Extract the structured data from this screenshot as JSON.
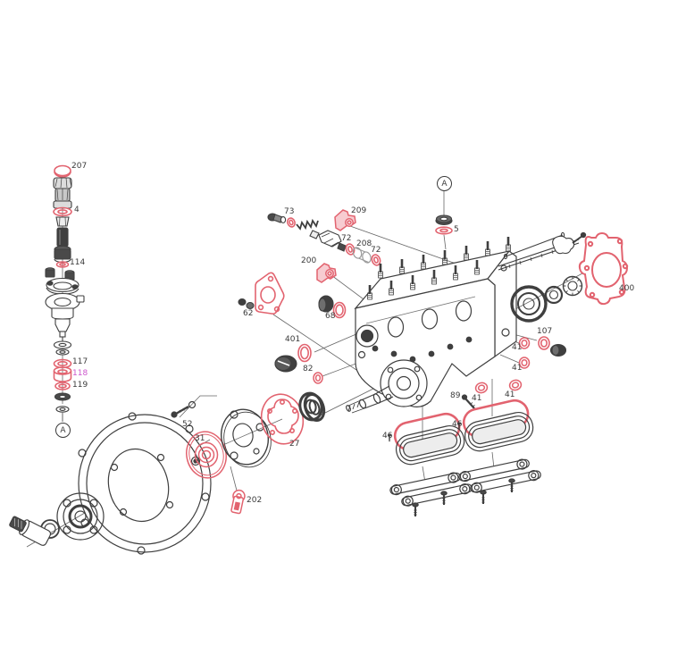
{
  "diagram": {
    "kind": "exploded-parts-diagram",
    "background_color": "#ffffff",
    "line_color": "#3f3f3f",
    "highlight_color": "#e2636f",
    "selected_label_color": "#cc55cc",
    "callouts": [
      {
        "text": "A"
      },
      {
        "text": "A"
      }
    ],
    "labels": [
      {
        "text": "207"
      },
      {
        "text": "4"
      },
      {
        "text": "114"
      },
      {
        "text": "117"
      },
      {
        "text": "118",
        "selected": true
      },
      {
        "text": "119"
      },
      {
        "text": "73"
      },
      {
        "text": "209"
      },
      {
        "text": "72"
      },
      {
        "text": "208"
      },
      {
        "text": "72"
      },
      {
        "text": "200"
      },
      {
        "text": "5"
      },
      {
        "text": "62"
      },
      {
        "text": "68"
      },
      {
        "text": "401"
      },
      {
        "text": "82"
      },
      {
        "text": "400"
      },
      {
        "text": "107"
      },
      {
        "text": "41"
      },
      {
        "text": "41"
      },
      {
        "text": "89"
      },
      {
        "text": "41"
      },
      {
        "text": "41"
      },
      {
        "text": "46"
      },
      {
        "text": "46"
      },
      {
        "text": "52"
      },
      {
        "text": "31"
      },
      {
        "text": "27"
      },
      {
        "text": "202"
      }
    ]
  }
}
